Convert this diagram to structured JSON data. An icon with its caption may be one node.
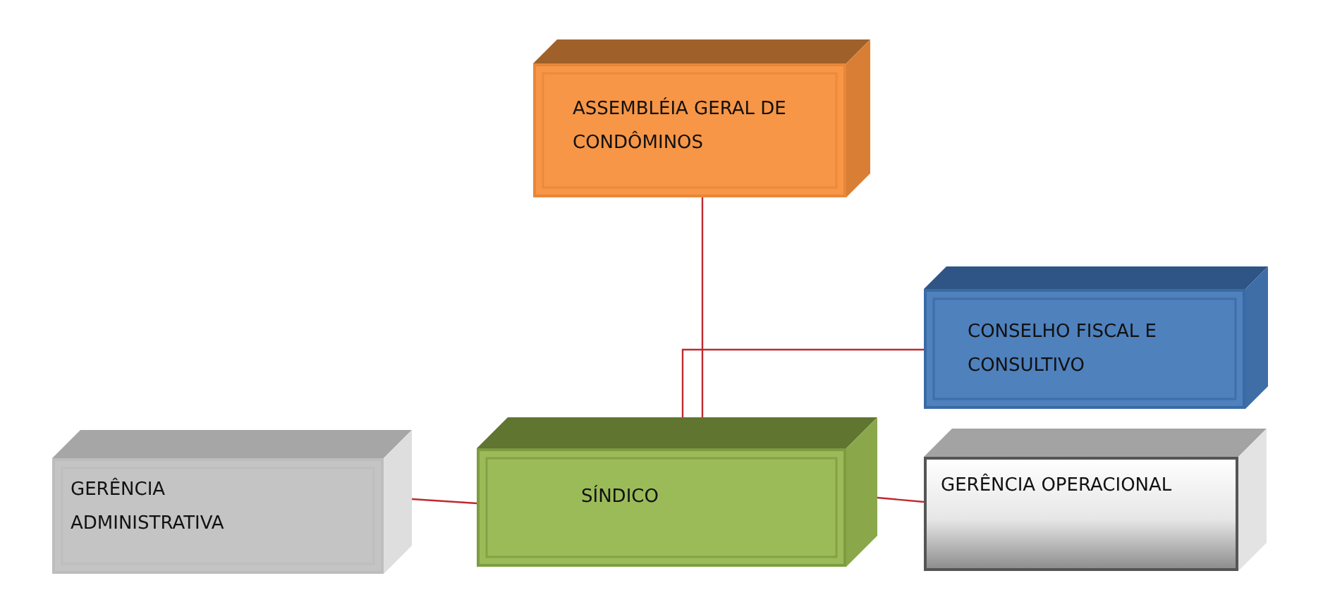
{
  "diagram": {
    "nodes": [
      {
        "text": [
          "ASSEMBLÉIA GERAL DE CONDÔMINOS"
        ]
      },
      {
        "text": [
          "CONSELHO FISCAL E CONSULTIVO"
        ]
      },
      {
        "text": [
          "GERÊNCIA ADMINISTRATIVA"
        ]
      },
      {
        "text": [
          "SÍNDICO"
        ]
      },
      {
        "text": [
          "GERÊNCIA OPERACIONAL"
        ]
      }
    ],
    "edges": [
      {
        "from": 0,
        "to": 3,
        "arrow": "none"
      },
      {
        "from": 1,
        "to": 3,
        "arrow": "none"
      },
      {
        "from": 2,
        "to": 3,
        "arrow": "none"
      },
      {
        "from": 3,
        "to": 4,
        "arrow": "none"
      }
    ]
  }
}
